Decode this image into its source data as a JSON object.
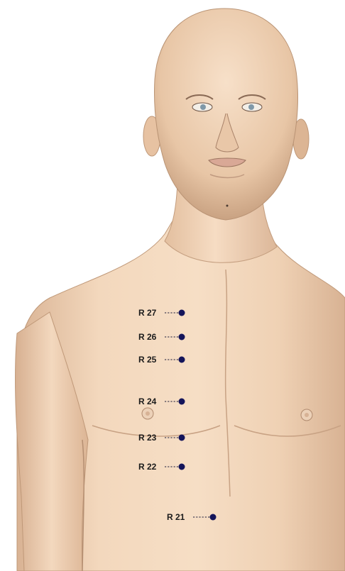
{
  "figure": {
    "skin_color": "#f0d3b6",
    "skin_shadow_color": "#cfa98a",
    "skin_highlight_color": "#fbe9d6",
    "point_color": "#14145a",
    "label_color": "#1b1b1b"
  },
  "points": [
    {
      "id": "r27",
      "label": "R 27"
    },
    {
      "id": "r26",
      "label": "R 26"
    },
    {
      "id": "r25",
      "label": "R 25"
    },
    {
      "id": "r24",
      "label": "R 24"
    },
    {
      "id": "r23",
      "label": "R 23"
    },
    {
      "id": "r22",
      "label": "R 22"
    },
    {
      "id": "r21",
      "label": "R 21"
    }
  ]
}
